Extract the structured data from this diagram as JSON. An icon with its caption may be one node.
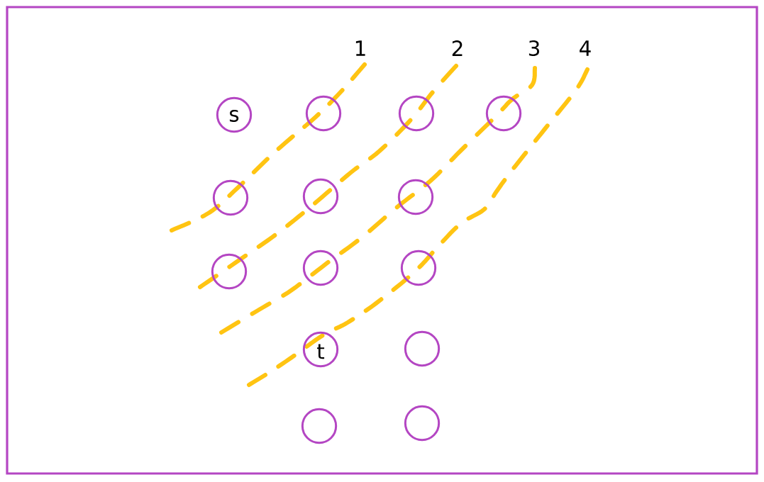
{
  "diagram": {
    "nodes": [
      {
        "text": [
          "s"
        ]
      },
      {
        "text": [],
        "shape": "circle"
      },
      {
        "text": [],
        "shape": "circle"
      },
      {
        "text": [],
        "shape": "circle"
      },
      {
        "text": [],
        "shape": "circle"
      },
      {
        "text": [],
        "shape": "circle"
      },
      {
        "text": [],
        "shape": "circle"
      },
      {
        "text": [],
        "shape": "circle"
      },
      {
        "text": [],
        "shape": "circle"
      },
      {
        "text": [],
        "shape": "circle"
      },
      {
        "text": [
          "t"
        ]
      },
      {
        "text": [],
        "shape": "circle"
      },
      {
        "text": [],
        "shape": "circle"
      },
      {
        "text": [],
        "shape": "circle"
      }
    ],
    "labels": [
      "1",
      "2",
      "3",
      "4"
    ]
  }
}
